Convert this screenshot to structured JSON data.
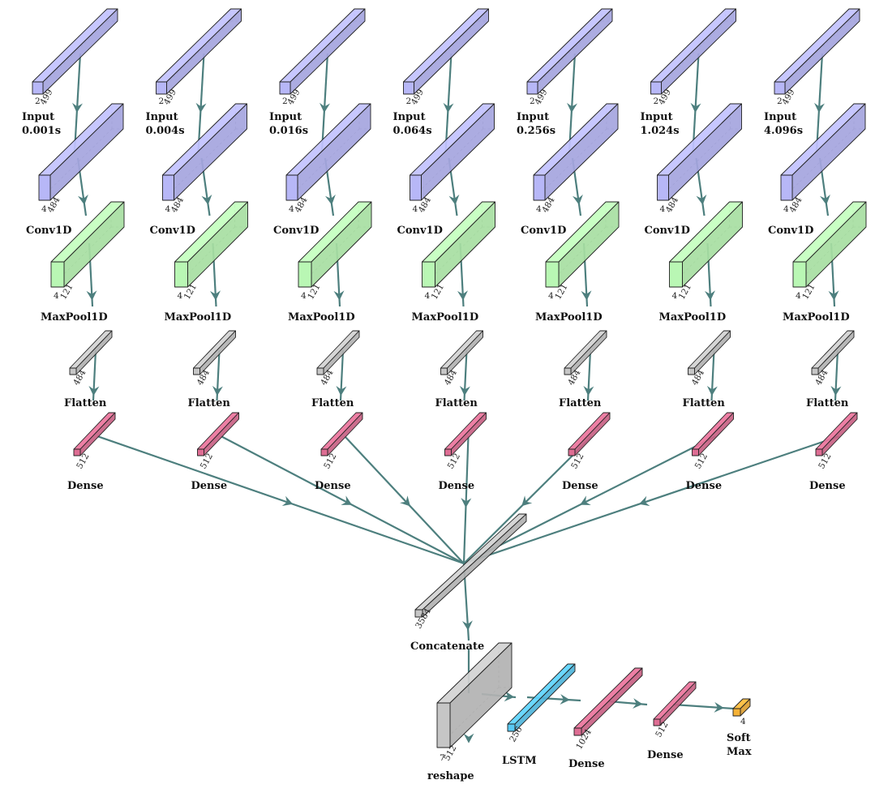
{
  "colors": {
    "input": "#b7b7f7",
    "conv": "#b7b7f7",
    "maxpool": "#b9f7b4",
    "flatten": "#c6c6c6",
    "dense": "#de6d93",
    "concat": "#c6c6c6",
    "reshape": "#c6c6c6",
    "lstm": "#58c9f3",
    "softmax": "#f6b236",
    "arrow": "#4d7f7e"
  },
  "branches": [
    {
      "input_label": [
        "Input",
        "0.001s"
      ]
    },
    {
      "input_label": [
        "Input",
        "0.004s"
      ]
    },
    {
      "input_label": [
        "Input",
        "0.016s"
      ]
    },
    {
      "input_label": [
        "Input",
        "0.064s"
      ]
    },
    {
      "input_label": [
        "Input",
        "0.256s"
      ]
    },
    {
      "input_label": [
        "Input",
        "1.024s"
      ]
    },
    {
      "input_label": [
        "Input",
        "4.096s"
      ]
    }
  ],
  "branch_layers": {
    "input": {
      "dims": [
        "2",
        "499"
      ]
    },
    "conv": {
      "name": "Conv1D",
      "dims": [
        "4",
        "484"
      ]
    },
    "maxpool": {
      "name": "MaxPool1D",
      "dims": [
        "4",
        "121"
      ]
    },
    "flatten": {
      "name": "Flatten",
      "dims": [
        "484"
      ]
    },
    "dense": {
      "name": "Dense",
      "dims": [
        "512"
      ]
    }
  },
  "head": {
    "concatenate": {
      "name": "Concatenate",
      "dims": [
        "3584"
      ]
    },
    "reshape": {
      "name": "reshape",
      "dims": [
        "7",
        "512"
      ]
    },
    "lstm": {
      "name": "LSTM",
      "dims": [
        "256"
      ]
    },
    "dense1": {
      "name": "Dense",
      "dims": [
        "1024"
      ]
    },
    "dense2": {
      "name": "Dense",
      "dims": [
        "512"
      ]
    },
    "softmax": {
      "name": [
        "Soft",
        "Max"
      ],
      "dims": [
        "4"
      ]
    }
  }
}
